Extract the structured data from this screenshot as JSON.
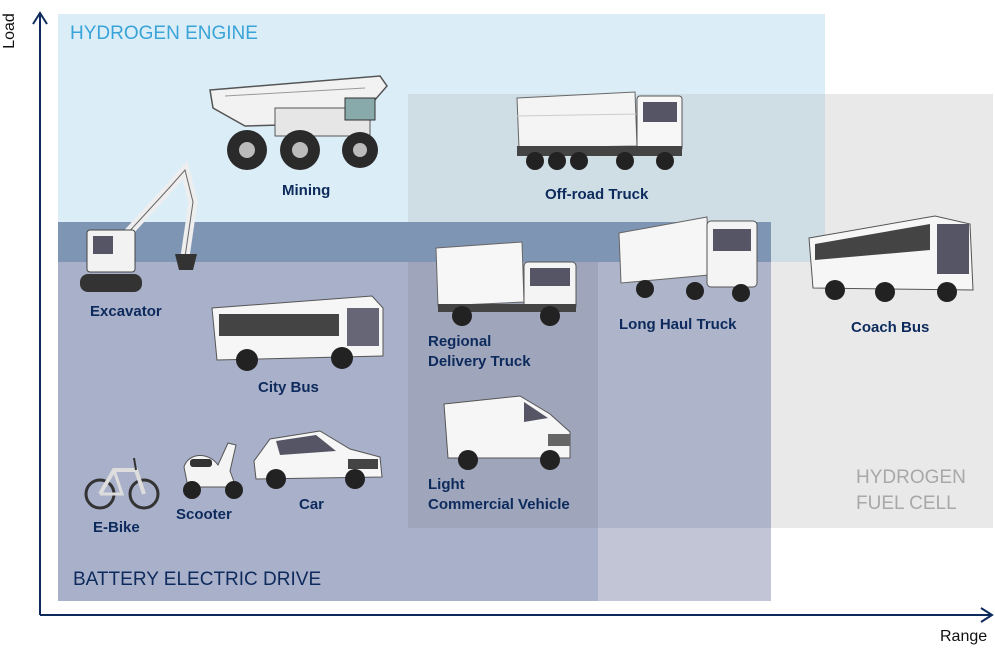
{
  "axes": {
    "y_label": "Load",
    "x_label": "Range"
  },
  "zones": {
    "hydrogen_engine": "HYDROGEN ENGINE",
    "battery_electric": "BATTERY ELECTRIC DRIVE",
    "fuel_cell_line1": "HYDROGEN",
    "fuel_cell_line2": "FUEL CELL"
  },
  "vehicles": {
    "mining": "Mining",
    "offroad_truck": "Off-road Truck",
    "excavator": "Excavator",
    "regional_line1": "Regional",
    "regional_line2": "Delivery Truck",
    "long_haul": "Long Haul Truck",
    "coach_bus": "Coach Bus",
    "city_bus": "City Bus",
    "light_line1": "Light",
    "light_line2": "Commercial Vehicle",
    "ebike": "E-Bike",
    "scooter": "Scooter",
    "car": "Car"
  },
  "colors": {
    "hydrogen_engine": "#dbeef8",
    "fuel_cell": "#e9e9e9",
    "battery": "#a9b0c9",
    "overlap_engine_battery": "#7f95b4",
    "overlap_all": "#9fa6bb",
    "battery_fuelcell": "#c2c5d6",
    "navy": "#0d2a5c",
    "cyan_text": "#3aa3d8",
    "grey_text": "#a8a8a8"
  }
}
